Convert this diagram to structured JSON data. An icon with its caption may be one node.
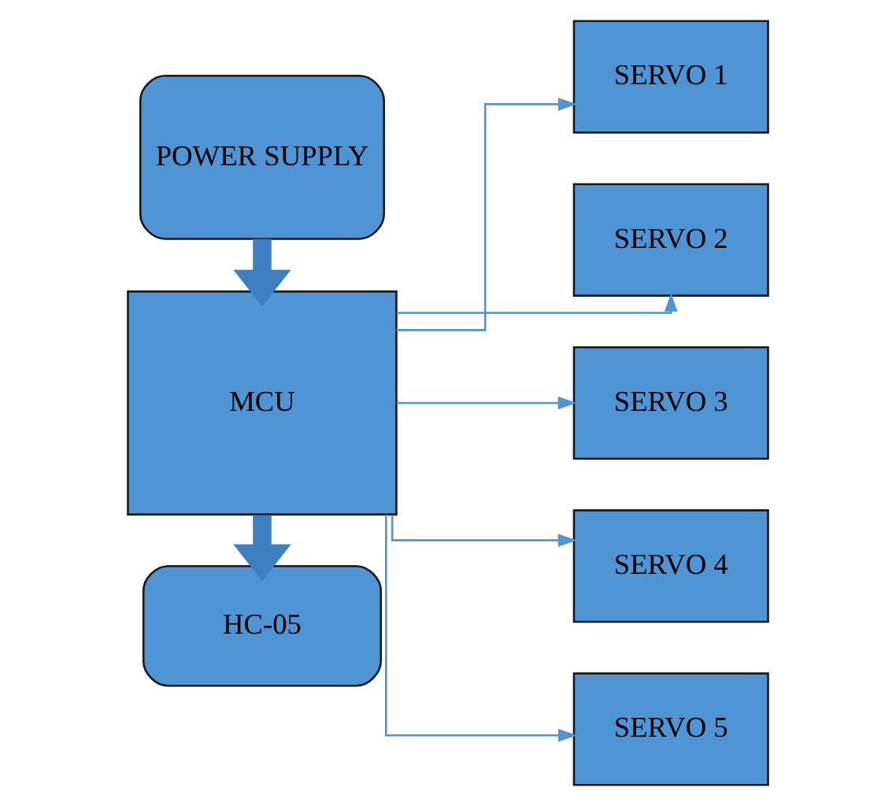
{
  "diagram": {
    "nodes": [
      {
        "text": [
          "POWER SUPPLY"
        ]
      },
      {
        "text": [
          "MCU"
        ]
      },
      {
        "text": [
          "HC-05"
        ]
      },
      {
        "text": [
          "SERVO 1"
        ]
      },
      {
        "text": [
          "SERVO 2"
        ]
      },
      {
        "text": [
          "SERVO 3"
        ]
      },
      {
        "text": [
          "SERVO 4"
        ]
      },
      {
        "text": [
          "SERVO 5"
        ]
      }
    ],
    "edges": [
      {
        "from": 0,
        "to": 1,
        "arrow": "to",
        "style": "thick"
      },
      {
        "from": 1,
        "to": 2,
        "arrow": "to",
        "style": "thick"
      },
      {
        "from": 1,
        "to": 3,
        "arrow": "to"
      },
      {
        "from": 1,
        "to": 4,
        "arrow": "to"
      },
      {
        "from": 1,
        "to": 5,
        "arrow": "to"
      },
      {
        "from": 1,
        "to": 6,
        "arrow": "to"
      },
      {
        "from": 1,
        "to": 7,
        "arrow": "to"
      }
    ]
  }
}
